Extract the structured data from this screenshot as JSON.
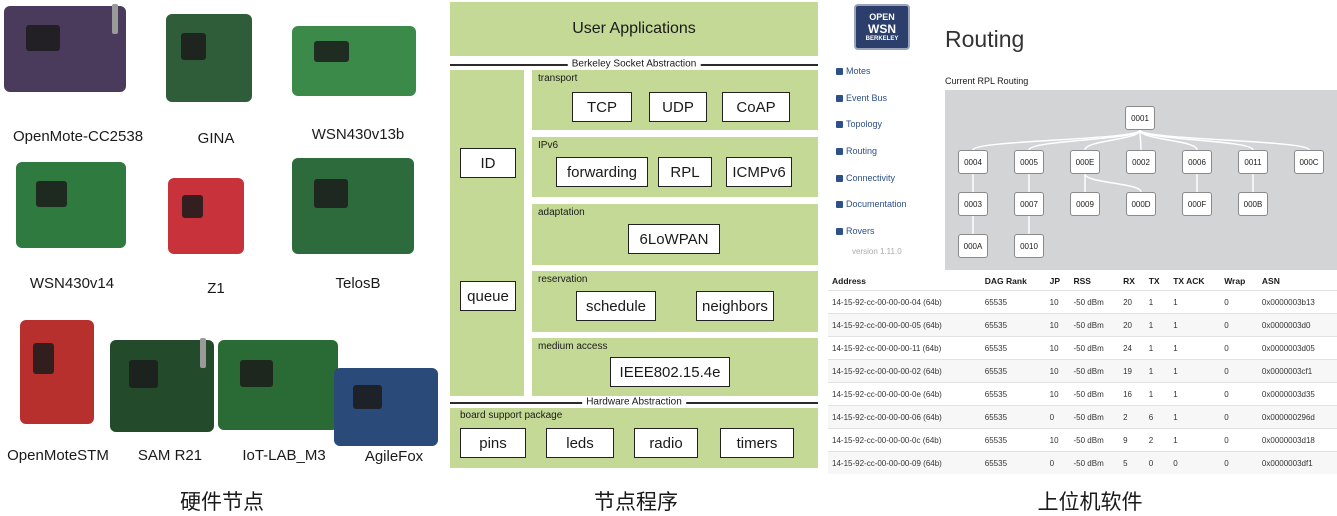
{
  "hardware": {
    "boards": [
      {
        "name": "OpenMote-CC2538",
        "color": "#4a3a5c"
      },
      {
        "name": "GINA",
        "color": "#2f5d3a"
      },
      {
        "name": "WSN430v13b",
        "color": "#3b8a4a"
      },
      {
        "name": "WSN430v14",
        "color": "#2f7a3e"
      },
      {
        "name": "Z1",
        "color": "#c8323a"
      },
      {
        "name": "TelosB",
        "color": "#2e6b3c"
      },
      {
        "name": "OpenMoteSTM",
        "color": "#b8302e"
      },
      {
        "name": "SAM R21",
        "color": "#234a2a"
      },
      {
        "name": "IoT-LAB_M3",
        "color": "#2a6a34"
      },
      {
        "name": "AgileFox",
        "color": "#2a4a7a"
      }
    ]
  },
  "stack": {
    "user_applications": "User Applications",
    "socket_abstraction": "Berkeley Socket Abstraction",
    "hardware_abstraction": "Hardware Abstraction",
    "left_boxes": [
      "ID",
      "queue"
    ],
    "layers": [
      {
        "name": "transport",
        "boxes": [
          "TCP",
          "UDP",
          "CoAP"
        ]
      },
      {
        "name": "IPv6",
        "boxes": [
          "forwarding",
          "RPL",
          "ICMPv6"
        ]
      },
      {
        "name": "adaptation",
        "boxes": [
          "6LoWPAN"
        ]
      },
      {
        "name": "reservation",
        "boxes": [
          "schedule",
          "neighbors"
        ]
      },
      {
        "name": "medium access",
        "boxes": [
          "IEEE802.15.4e"
        ]
      }
    ],
    "bsp": {
      "name": "board support package",
      "boxes": [
        "pins",
        "leds",
        "radio",
        "timers"
      ]
    }
  },
  "software": {
    "logo_lines": [
      "OPEN",
      "WSN",
      "BERKELEY"
    ],
    "title": "Routing",
    "subtitle": "Current RPL Routing",
    "nav": [
      {
        "label": "Motes",
        "icon": "grid-icon"
      },
      {
        "label": "Event Bus",
        "icon": "refresh-icon"
      },
      {
        "label": "Topology",
        "icon": "list-icon"
      },
      {
        "label": "Routing",
        "icon": "sitemap-icon"
      },
      {
        "label": "Connectivity",
        "icon": "asterisk-icon"
      },
      {
        "label": "Documentation",
        "icon": "book-icon"
      },
      {
        "label": "Rovers",
        "icon": "list-icon"
      }
    ],
    "version": "version 1.11.0",
    "graph": {
      "root": "0001",
      "level1": [
        "0004",
        "0005",
        "000E",
        "0002",
        "0006",
        "0011",
        "000C"
      ],
      "level2": [
        "0003",
        "0007",
        "0009",
        "000D",
        "000F",
        "000B"
      ],
      "level3": [
        "000A",
        "0010"
      ]
    },
    "table": {
      "headers": [
        "Address",
        "DAG Rank",
        "JP",
        "RSS",
        "RX",
        "TX",
        "TX ACK",
        "Wrap",
        "ASN"
      ],
      "rows": [
        [
          "14-15-92-cc-00-00-00-04 (64b)",
          "65535",
          "10",
          "-50 dBm",
          "20",
          "1",
          "1",
          "0",
          "0x0000003b13"
        ],
        [
          "14-15-92-cc-00-00-00-05 (64b)",
          "65535",
          "10",
          "-50 dBm",
          "20",
          "1",
          "1",
          "0",
          "0x0000003d0"
        ],
        [
          "14-15-92-cc-00-00-00-11 (64b)",
          "65535",
          "10",
          "-50 dBm",
          "24",
          "1",
          "1",
          "0",
          "0x0000003d05"
        ],
        [
          "14-15-92-cc-00-00-00-02 (64b)",
          "65535",
          "10",
          "-50 dBm",
          "19",
          "1",
          "1",
          "0",
          "0x0000003cf1"
        ],
        [
          "14-15-92-cc-00-00-00-0e (64b)",
          "65535",
          "10",
          "-50 dBm",
          "16",
          "1",
          "1",
          "0",
          "0x0000003d35"
        ],
        [
          "14-15-92-cc-00-00-00-06 (64b)",
          "65535",
          "0",
          "-50 dBm",
          "2",
          "6",
          "1",
          "0",
          "0x000000296d"
        ],
        [
          "14-15-92-cc-00-00-00-0c (64b)",
          "65535",
          "10",
          "-50 dBm",
          "9",
          "2",
          "1",
          "0",
          "0x0000003d18"
        ],
        [
          "14-15-92-cc-00-00-00-09 (64b)",
          "65535",
          "0",
          "-50 dBm",
          "5",
          "0",
          "0",
          "0",
          "0x0000003df1"
        ]
      ]
    }
  },
  "captions": [
    "硬件节点",
    "节点程序",
    "上位机软件"
  ],
  "colors": {
    "stack_green": "#c5d996",
    "graph_bg": "#d3d4d6",
    "nav_blue": "#2d4f8a"
  }
}
